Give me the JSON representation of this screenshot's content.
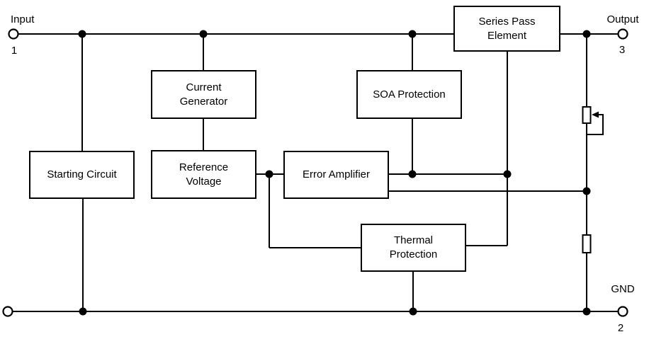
{
  "terminals": {
    "input": {
      "label": "Input",
      "pin": "1"
    },
    "output": {
      "label": "Output",
      "pin": "3"
    },
    "gnd": {
      "label": "GND",
      "pin": "2"
    }
  },
  "blocks": {
    "series_pass": {
      "lines": [
        "Series Pass",
        "Element"
      ]
    },
    "current_generator": {
      "lines": [
        "Current",
        "Generator"
      ]
    },
    "soa_protection": {
      "lines": [
        "SOA Protection"
      ]
    },
    "starting_circuit": {
      "lines": [
        "Starting Circuit"
      ]
    },
    "reference_voltage": {
      "lines": [
        "Reference",
        "Voltage"
      ]
    },
    "error_amplifier": {
      "lines": [
        "Error Amplifier"
      ]
    },
    "thermal_protection": {
      "lines": [
        "Thermal",
        "Protection"
      ]
    }
  },
  "components": {
    "adjustable_resistor": "potentiometer-with-wiper-feedback",
    "fixed_resistor": "resistor"
  },
  "colors": {
    "line": "#000000",
    "text": "#000000",
    "background": "#ffffff"
  }
}
